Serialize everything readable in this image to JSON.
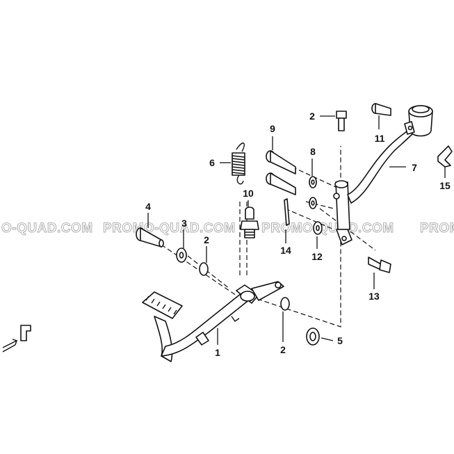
{
  "watermark": {
    "text_1": "O-QUAD.COM",
    "text_2": "PROMO-QUAD.COM",
    "text_3": "PROMO-QUAD.COM",
    "text_4": "PROMO"
  },
  "callouts": {
    "c1": "1",
    "c2a": "2",
    "c2b": "2",
    "c2c": "2",
    "c3": "3",
    "c4": "4",
    "c5": "5",
    "c6": "6",
    "c7": "7",
    "c8": "8",
    "c9": "9",
    "c10": "10",
    "c11": "11",
    "c12": "12",
    "c13": "13",
    "c14": "14",
    "c15": "15"
  },
  "colors": {
    "ink": "#111111",
    "paper": "#ffffff",
    "watermark": "#7a7a7a"
  },
  "icons": {
    "orientation": "front-direction-arrow-icon"
  }
}
